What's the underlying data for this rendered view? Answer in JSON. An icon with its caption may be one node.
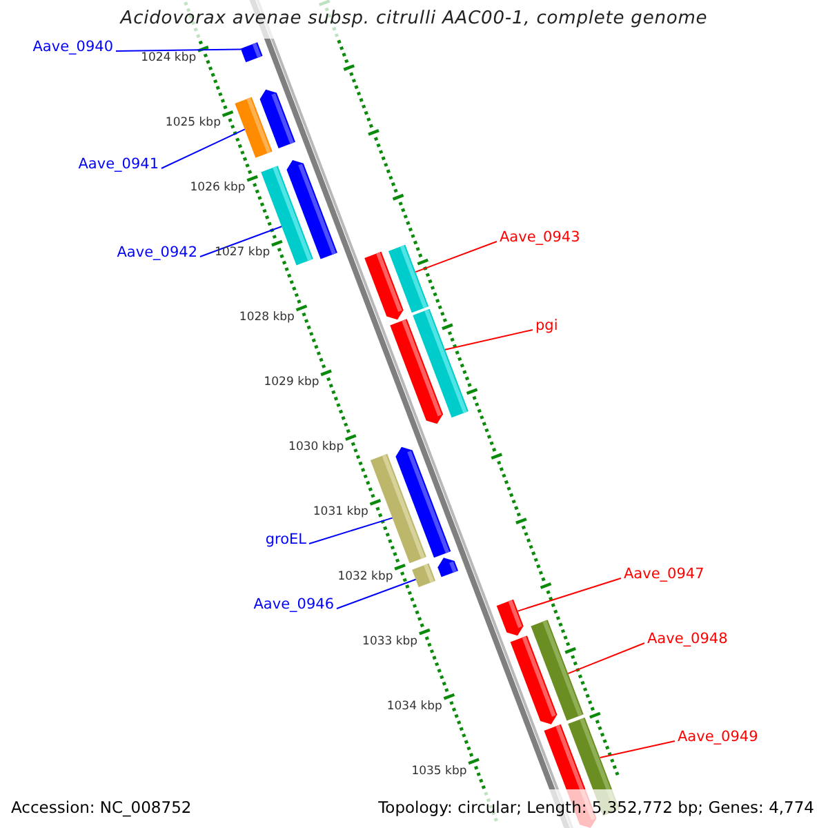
{
  "diagram": {
    "title": "Acidovorax avenae subsp. citrulli AAC00-1, complete genome",
    "nodes": [
      {
        "text": [
          "Aave_0940"
        ]
      },
      {
        "text": [],
        "shape": "bar"
      },
      {
        "text": [],
        "shape": "bar"
      },
      {
        "text": [],
        "shape": "arrow"
      },
      {
        "text": [
          "Aave_0941"
        ]
      },
      {
        "text": [],
        "shape": "bar"
      },
      {
        "text": [],
        "shape": "arrow"
      },
      {
        "text": [
          "Aave_0943"
        ]
      },
      {
        "text": [],
        "shape": "bar"
      },
      {
        "text": [],
        "shape": "arrow"
      },
      {
        "text": [
          "Aave_0942"
        ]
      },
      {
        "text": [
          "pgi"
        ]
      },
      {
        "text": [],
        "shape": "bar"
      },
      {
        "text": [],
        "shape": "arrow"
      },
      {
        "text": [],
        "shape": "bar"
      },
      {
        "text": [],
        "shape": "arrow"
      },
      {
        "text": [
          "groEL"
        ]
      },
      {
        "text": [],
        "shape": "bar"
      },
      {
        "text": [],
        "shape": "arrow"
      },
      {
        "text": [
          "Aave_0946"
        ]
      },
      {
        "text": [
          "Aave_0947"
        ]
      },
      {
        "text": [],
        "shape": "arrow"
      },
      {
        "text": [],
        "shape": "bar"
      },
      {
        "text": [],
        "shape": "arrow"
      },
      {
        "text": [
          "Aave_0948"
        ]
      },
      {
        "text": [],
        "shape": "bar"
      },
      {
        "text": [],
        "shape": "arrow"
      },
      {
        "text": [
          "Aave_0949"
        ]
      }
    ],
    "edges": [
      {
        "from": 0,
        "to": 1,
        "arrow": "none",
        "color": "#0000ff"
      },
      {
        "from": 4,
        "to": 2,
        "arrow": "none",
        "color": "#0000ff"
      },
      {
        "from": 10,
        "to": 5,
        "arrow": "none",
        "color": "#0000ff"
      },
      {
        "from": 7,
        "to": 8,
        "arrow": "none",
        "color": "#ff0000"
      },
      {
        "from": 11,
        "to": 12,
        "arrow": "none",
        "color": "#ff0000"
      },
      {
        "from": 16,
        "to": 14,
        "arrow": "none",
        "color": "#0000ff"
      },
      {
        "from": 19,
        "to": 17,
        "arrow": "none",
        "color": "#0000ff"
      },
      {
        "from": 20,
        "to": 21,
        "arrow": "none",
        "color": "#ff0000"
      },
      {
        "from": 24,
        "to": 22,
        "arrow": "none",
        "color": "#ff0000"
      },
      {
        "from": 27,
        "to": 25,
        "arrow": "none",
        "color": "#ff0000"
      }
    ],
    "labels": [
      "1024 kbp",
      "1025 kbp",
      "1026 kbp",
      "1027 kbp",
      "1028 kbp",
      "1029 kbp",
      "1030 kbp",
      "1031 kbp",
      "1032 kbp",
      "1033 kbp",
      "1034 kbp",
      "1035 kbp",
      "Accession: NC_008752",
      "Topology: circular; Length: 5,352,772 bp; Genes: 4,774"
    ]
  }
}
